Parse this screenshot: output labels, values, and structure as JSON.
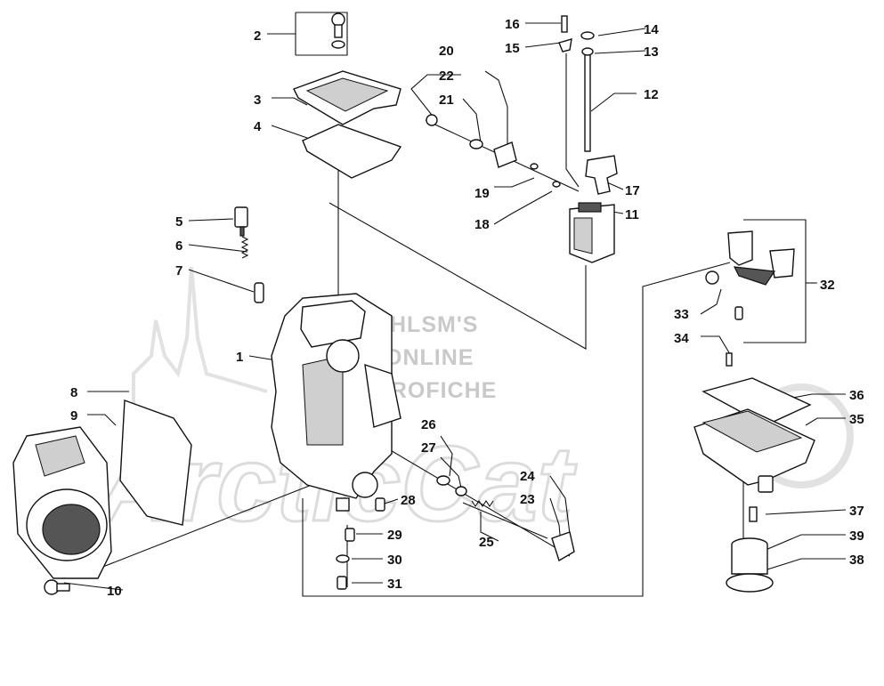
{
  "watermark": {
    "lines": [
      "HLSM'S",
      "ONLINE",
      "MICROFICHE"
    ],
    "logo_text": "ArcticCat"
  },
  "callouts": [
    {
      "id": "c1",
      "text": "1"
    },
    {
      "id": "c2",
      "text": "2"
    },
    {
      "id": "c3",
      "text": "3"
    },
    {
      "id": "c4",
      "text": "4"
    },
    {
      "id": "c5",
      "text": "5"
    },
    {
      "id": "c6",
      "text": "6"
    },
    {
      "id": "c7",
      "text": "7"
    },
    {
      "id": "c8",
      "text": "8"
    },
    {
      "id": "c9",
      "text": "9"
    },
    {
      "id": "c10",
      "text": "10"
    },
    {
      "id": "c11",
      "text": "11"
    },
    {
      "id": "c12",
      "text": "12"
    },
    {
      "id": "c13",
      "text": "13"
    },
    {
      "id": "c14",
      "text": "14"
    },
    {
      "id": "c15",
      "text": "15"
    },
    {
      "id": "c16",
      "text": "16"
    },
    {
      "id": "c17",
      "text": "17"
    },
    {
      "id": "c18",
      "text": "18"
    },
    {
      "id": "c19",
      "text": "19"
    },
    {
      "id": "c20",
      "text": "20"
    },
    {
      "id": "c21",
      "text": "21"
    },
    {
      "id": "c22",
      "text": "22"
    },
    {
      "id": "c23",
      "text": "23"
    },
    {
      "id": "c24",
      "text": "24"
    },
    {
      "id": "c25",
      "text": "25"
    },
    {
      "id": "c26",
      "text": "26"
    },
    {
      "id": "c27",
      "text": "27"
    },
    {
      "id": "c28",
      "text": "28"
    },
    {
      "id": "c29",
      "text": "29"
    },
    {
      "id": "c30",
      "text": "30"
    },
    {
      "id": "c31",
      "text": "31"
    },
    {
      "id": "c32",
      "text": "32"
    },
    {
      "id": "c33",
      "text": "33"
    },
    {
      "id": "c34",
      "text": "34"
    },
    {
      "id": "c35",
      "text": "35"
    },
    {
      "id": "c36",
      "text": "36"
    },
    {
      "id": "c37",
      "text": "37"
    },
    {
      "id": "c38",
      "text": "38"
    },
    {
      "id": "c39",
      "text": "39"
    }
  ]
}
